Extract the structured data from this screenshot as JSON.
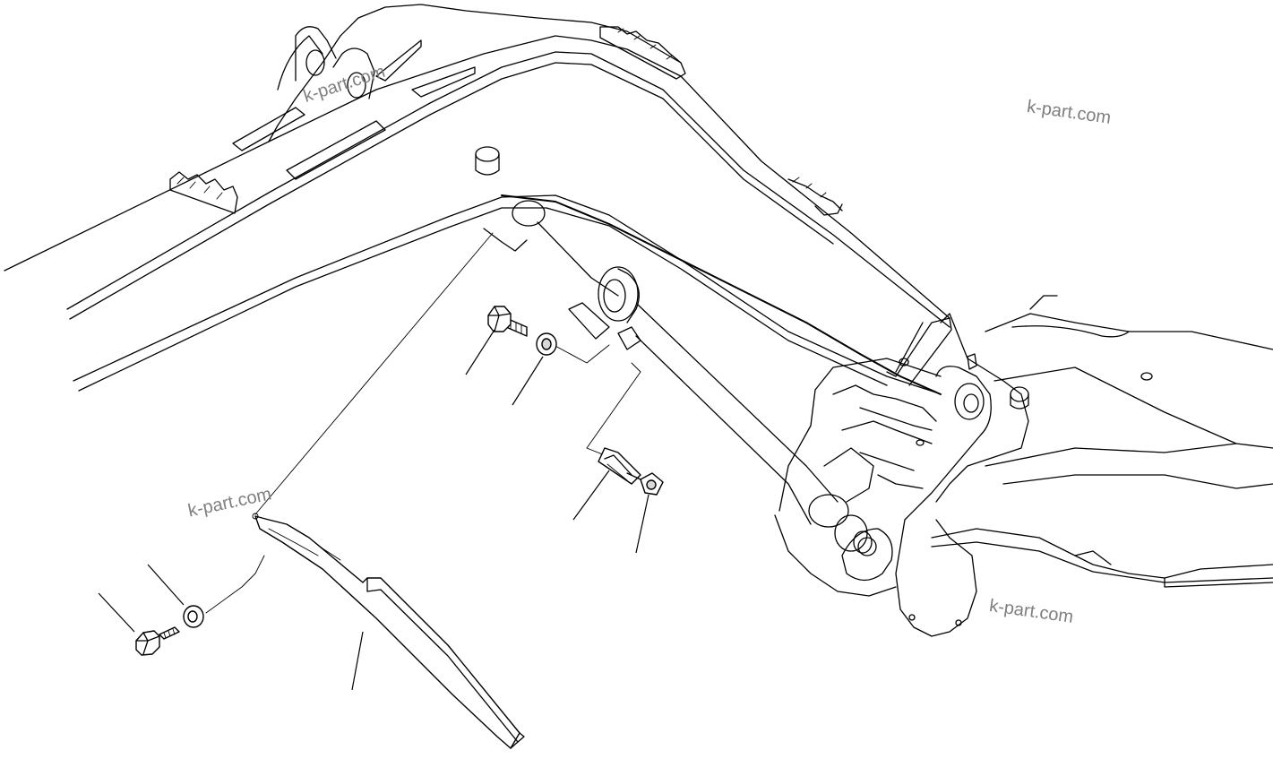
{
  "watermark_text": "k-part.com",
  "watermarks": [
    {
      "text": "k-part.com"
    },
    {
      "text": "k-part.com"
    },
    {
      "text": "k-part.com"
    },
    {
      "text": "k-part.com"
    }
  ],
  "icons": {
    "boom": "excavator-boom",
    "cover": "boom-cylinder-cover",
    "bolts": "hex-bolt",
    "washers": "flat-washer",
    "clip": "hose-clip"
  }
}
